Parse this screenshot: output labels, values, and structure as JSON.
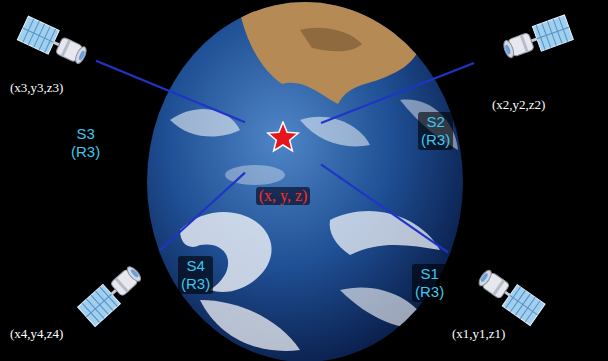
{
  "diagram": {
    "nodes": [
      {
        "text": [
          "(x3,y3,z3)"
        ]
      },
      {
        "text": [
          "(x2,y2,z2)"
        ]
      },
      {
        "text": [
          "(x, y, z)"
        ]
      },
      {
        "text": [
          "(x4,y4,z4)"
        ]
      },
      {
        "text": [
          "(x1,y1,z1)"
        ]
      }
    ],
    "edges": [
      {
        "from": 0,
        "to": 2,
        "arrow": "none",
        "label": "S3 (R3)"
      },
      {
        "from": 1,
        "to": 2,
        "arrow": "none",
        "label": "S2 (R3)"
      },
      {
        "from": 3,
        "to": 2,
        "arrow": "none",
        "label": "S4 (R3)"
      },
      {
        "from": 4,
        "to": 2,
        "arrow": "none",
        "label": "S1 (R3)"
      }
    ]
  }
}
